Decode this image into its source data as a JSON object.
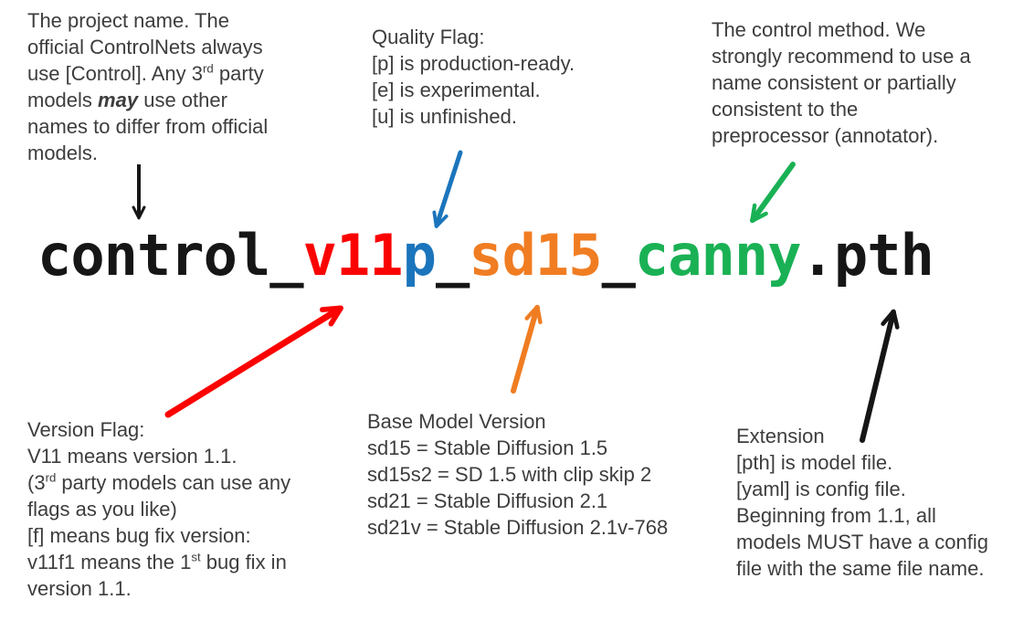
{
  "colors": {
    "background": "#ffffff",
    "note_text": "#3d3d3d",
    "black": "#161616",
    "red": "#fa0302",
    "blue": "#1b75bc",
    "orange": "#f07d22",
    "green": "#1ab155"
  },
  "filename": {
    "full": "control_v11p_sd15_canny.pth",
    "segments": [
      {
        "name": "project",
        "t": "control_",
        "color": "#161616"
      },
      {
        "name": "version",
        "t": "v11",
        "color": "#fa0302"
      },
      {
        "name": "quality",
        "t": "p",
        "color": "#1b75bc"
      },
      {
        "name": "separator1",
        "t": "_",
        "color": "#161616"
      },
      {
        "name": "base-model",
        "t": "sd15",
        "color": "#f07d22"
      },
      {
        "name": "separator2",
        "t": "_",
        "color": "#161616"
      },
      {
        "name": "method",
        "t": "canny",
        "color": "#1ab155"
      },
      {
        "name": "extension",
        "t": ".pth",
        "color": "#161616"
      }
    ]
  },
  "annotations": {
    "project_name": {
      "lines": [
        [
          {
            "t": "The project name. The"
          }
        ],
        [
          {
            "t": "official ControlNets always"
          }
        ],
        [
          {
            "t": "use [Control]. Any 3"
          },
          {
            "t": "rd",
            "sup": true
          },
          {
            "t": " party"
          }
        ],
        [
          {
            "t": "models "
          },
          {
            "t": "may",
            "bi": true
          },
          {
            "t": " use other"
          }
        ],
        [
          {
            "t": "names to differ from official"
          }
        ],
        [
          {
            "t": "models."
          }
        ]
      ]
    },
    "quality_flag": {
      "lines": [
        [
          {
            "t": "Quality Flag:"
          }
        ],
        [
          {
            "t": "[p] is production-ready."
          }
        ],
        [
          {
            "t": "[e] is experimental."
          }
        ],
        [
          {
            "t": "[u] is unfinished."
          }
        ]
      ]
    },
    "control_method": {
      "lines": [
        [
          {
            "t": "The control method. We"
          }
        ],
        [
          {
            "t": "strongly recommend to use a"
          }
        ],
        [
          {
            "t": "name consistent or partially"
          }
        ],
        [
          {
            "t": "consistent to the"
          }
        ],
        [
          {
            "t": "preprocessor (annotator)."
          }
        ]
      ]
    },
    "version_flag": {
      "lines": [
        [
          {
            "t": "Version Flag:"
          }
        ],
        [
          {
            "t": "V11 means version 1.1."
          }
        ],
        [
          {
            "t": "(3"
          },
          {
            "t": "rd",
            "sup": true
          },
          {
            "t": " party models can use any"
          }
        ],
        [
          {
            "t": "flags as you like)"
          }
        ],
        [
          {
            "t": "[f] means bug fix version:"
          }
        ],
        [
          {
            "t": "v11f1 means the 1"
          },
          {
            "t": "st",
            "sup": true
          },
          {
            "t": " bug fix in"
          }
        ],
        [
          {
            "t": "version 1.1."
          }
        ]
      ]
    },
    "base_model_version": {
      "lines": [
        [
          {
            "t": "Base Model Version"
          }
        ],
        [
          {
            "t": "sd15 = Stable Diffusion 1.5"
          }
        ],
        [
          {
            "t": "sd15s2 = SD 1.5 with clip skip 2"
          }
        ],
        [
          {
            "t": "sd21 = Stable Diffusion 2.1"
          }
        ],
        [
          {
            "t": "sd21v = Stable Diffusion 2.1v-768"
          }
        ]
      ]
    },
    "extension": {
      "lines": [
        [
          {
            "t": "Extension"
          }
        ],
        [
          {
            "t": "[pth] is model file."
          }
        ],
        [
          {
            "t": "[yaml] is config file."
          }
        ],
        [
          {
            "t": "Beginning from 1.1, all"
          }
        ],
        [
          {
            "t": "models MUST have a config"
          }
        ],
        [
          {
            "t": "file with the same file name."
          }
        ]
      ]
    }
  }
}
